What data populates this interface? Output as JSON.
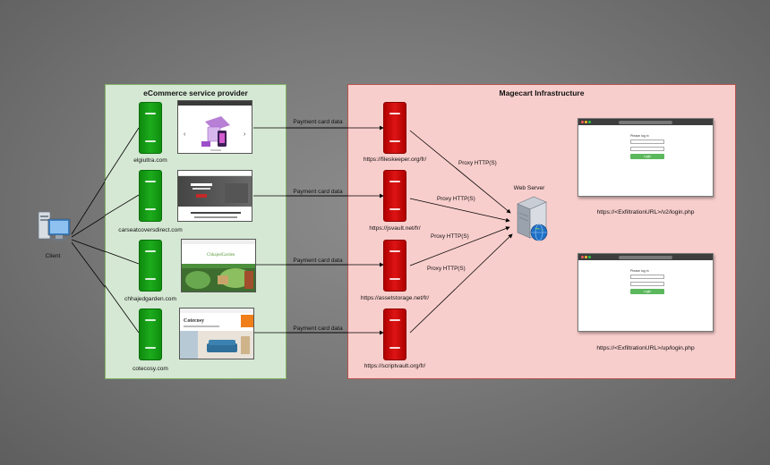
{
  "panels": {
    "provider_title": "eCommerce service provider",
    "magecart_title": "Magecart Infrastructure"
  },
  "client": {
    "label": "Client"
  },
  "shops": [
    {
      "domain": "elgiultra.com"
    },
    {
      "domain": "carseatcoversdirect.com"
    },
    {
      "domain": "chhajedgarden.com"
    },
    {
      "domain": "cotecosy.com"
    }
  ],
  "flows": {
    "payment_label": "Payment card data",
    "proxy_label": "Proxy HTTP(S)"
  },
  "magecart_servers": [
    {
      "url": "https://fileskeeper.org/fr/"
    },
    {
      "url": "https://jsvault.net/fr/"
    },
    {
      "url": "https://assetstorage.net/fr/"
    },
    {
      "url": "https://scriptvault.org/fr/"
    }
  ],
  "web_server": {
    "label": "Web Server"
  },
  "exfil_pages": [
    {
      "url": "https://<ExfiltrationURL>/v2/login.php",
      "form_title": "Please log in",
      "button": "Login"
    },
    {
      "url": "https://<ExfiltrationURL>/up/login.php",
      "form_title": "Please log in",
      "button": "Login"
    }
  ],
  "shop_screens": [
    {
      "brand": "",
      "caption": ""
    },
    {
      "brand": "",
      "caption": ""
    },
    {
      "brand": "ChhajedGarden",
      "caption": ""
    },
    {
      "brand": "Cotecosy",
      "caption": ""
    }
  ],
  "colors": {
    "green_panel": "#d5e8d4",
    "red_panel": "#f8cecc",
    "green_server": "#1aa51a",
    "red_server": "#d30f0f",
    "login_button": "#5cb85c"
  },
  "icons": [
    "client-computer-icon",
    "server-icon",
    "web-server-icon",
    "globe-icon",
    "arrow-icon"
  ]
}
